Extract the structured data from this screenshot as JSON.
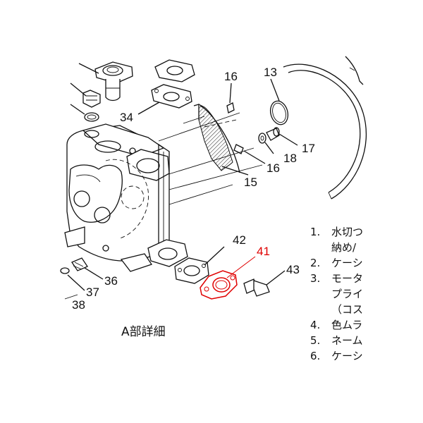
{
  "diagram": {
    "caption": "A部詳細",
    "highlight_color": "#e00000",
    "part_numbers": {
      "p13": "13",
      "p15": "15",
      "p16a": "16",
      "p16b": "16",
      "p17": "17",
      "p18": "18",
      "p34": "34",
      "p36": "36",
      "p37": "37",
      "p38": "38",
      "p41": "41",
      "p42": "42",
      "p43": "43"
    },
    "notes": [
      {
        "index": "1.",
        "text": "水切つ"
      },
      {
        "index": "",
        "text": "納め/"
      },
      {
        "index": "2.",
        "text": "ケーシ"
      },
      {
        "index": "3.",
        "text": "モータ"
      },
      {
        "index": "",
        "text": "プライ"
      },
      {
        "index": "",
        "text": "（コス"
      },
      {
        "index": "4.",
        "text": "色ムラ"
      },
      {
        "index": "5.",
        "text": "ネーム"
      },
      {
        "index": "6.",
        "text": "ケーシ"
      }
    ]
  }
}
